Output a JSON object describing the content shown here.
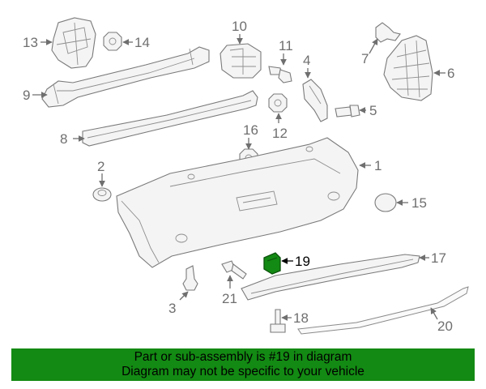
{
  "diagram": {
    "highlighted_part": "19",
    "labels": {
      "p1": "1",
      "p2": "2",
      "p3": "3",
      "p4": "4",
      "p5": "5",
      "p6": "6",
      "p7": "7",
      "p8": "8",
      "p9": "9",
      "p10": "10",
      "p11": "11",
      "p12": "12",
      "p13": "13",
      "p14": "14",
      "p15": "15",
      "p16": "16",
      "p17": "17",
      "p18": "18",
      "p19": "19",
      "p20": "20",
      "p21": "21"
    },
    "colors": {
      "highlight": "#138a13",
      "line": "#6f6f6f"
    }
  },
  "banner": {
    "line1": "Part or sub-assembly is #19 in diagram",
    "line2": "Diagram may not be specific to your vehicle",
    "background": "#138a13"
  }
}
